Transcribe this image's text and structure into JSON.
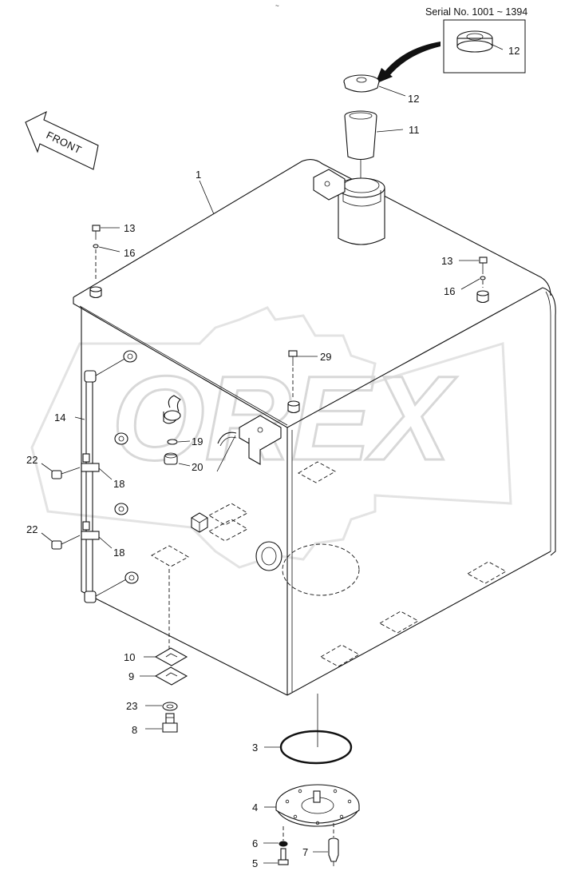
{
  "serial_note": "Serial No. 1001 ~ 1394",
  "front_label": "FRONT",
  "watermark": "OREX",
  "callouts": {
    "c1": "1",
    "c3": "3",
    "c4": "4",
    "c5": "5",
    "c6": "6",
    "c7": "7",
    "c8": "8",
    "c9": "9",
    "c10": "10",
    "c11": "11",
    "c12a": "12",
    "c12b": "12",
    "c13a": "13",
    "c13b": "13",
    "c14": "14",
    "c16a": "16",
    "c16b": "16",
    "c18a": "18",
    "c18b": "18",
    "c19": "19",
    "c20": "20",
    "c22a": "22",
    "c22b": "22",
    "c23": "23",
    "c29": "29"
  }
}
